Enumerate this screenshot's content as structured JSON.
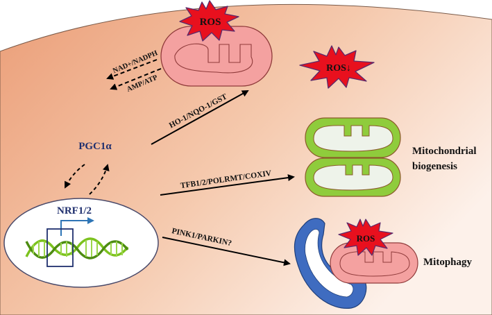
{
  "ros_labels": {
    "top": "ROS",
    "reduced": "ROS↓",
    "mitophagy": "ROS"
  },
  "cofactor_labels": {
    "nad": "NAD+/NADPH",
    "amp": "AMP/ATP"
  },
  "regulator_labels": {
    "pgc1a": "PGC1α",
    "nrf": "NRF1/2"
  },
  "pathway_labels": {
    "antioxidant": "HO-1/NQO-1/GST",
    "biogenesis_genes": "TFB1/2/POLRMT/COXIV",
    "mitophagy_genes": "PINK1/PARKIN?"
  },
  "outcome_labels": {
    "biogenesis_line1": "Mitochondrial",
    "biogenesis_line2": "biogenesis",
    "mitophagy": "Mitophagy"
  },
  "colors": {
    "cell_light": "#fbe8dc",
    "cell_dark": "#eba07a",
    "ros_burst": "#e8101e",
    "ros_outline": "#5b2a6b",
    "mito_red": "#f4a1a0",
    "mito_green_outer": "#8fcc3c",
    "mito_green_inner": "#eef3ea",
    "phagophore": "#3f6cc0",
    "pgc_text": "#1f2f6e",
    "nrf_text": "#1f2f6e",
    "dna_green": "#7cc21e",
    "dna_arrow": "#2e75b6"
  }
}
